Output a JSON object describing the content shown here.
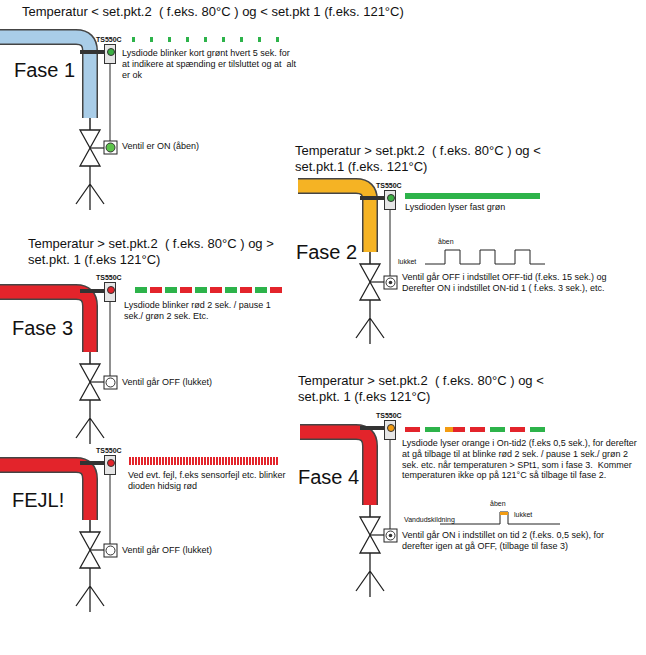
{
  "diagram": {
    "nodes": [
      {
        "text": [
          "TS550C"
        ]
      },
      {
        "text": [
          "TS550C"
        ]
      },
      {
        "text": [
          "TS550C"
        ]
      },
      {
        "text": [
          "TS550C"
        ]
      },
      {
        "text": [
          "TS550C"
        ]
      }
    ],
    "labels": [
      "Temperatur < set.pkt.2  ( f.eks. 80°C ) og < set.pkt 1 (f.eks. 121°C)",
      "Fase 1",
      "Lysdiode blinker kort grønt hvert 5 sek. for at indikere at spænding er tilsluttet og at  alt er ok",
      "Ventil er ON (åben)",
      "Temperatur > set.pkt.2  ( f.eks. 80°C ) og < set.pkt.1 (f.eks. 121°C)",
      "Fase 2",
      "Lysdioden lyser fast grøn",
      "åben",
      "lukket",
      "Ventil går OFF i indstillet OFF-tid (f.eks. 15 sek.) og Derefter ON i indstillet ON-tid 1 ( f.eks. 3 sek.), etc.",
      "Temperatur > set.pkt.2  ( f.eks. 80°C ) og > set.pkt. 1 (f.eks 121°C)",
      "Fase 3",
      "Lysdiode blinker rød 2 sek. / pause 1 sek./ grøn 2 sek. Etc.",
      "Ventil går OFF (lukket)",
      "FEJL!",
      "Ved evt. fejl, f.eks sensorfejl etc. blinker dioden hidsig rød",
      "Ventil går OFF (lukket)",
      "Temperatur > set.pkt.2  ( f.eks. 80°C ) og < set.pkt. 1 (f.eks 121°C)",
      "Fase 4",
      "Lysdiode lyser orange i On-tid2 (f.eks 0,5 sek.), for derefter at gå tilbage til at blinke rød 2 sek. / pause 1 sek./ grøn 2 sek. etc. når temperaturen > SPt1, som i fase 3.  Kommer temperaturen ikke op på 121°C så tilbage til fase 2.",
      "åben",
      "lukket",
      "Vandudskildning",
      "Ventil går ON i indstillet on tid 2 (f.eks. 0,5 sek), for derefter igen at gå OFF, (tilbage til fase 3)"
    ]
  }
}
